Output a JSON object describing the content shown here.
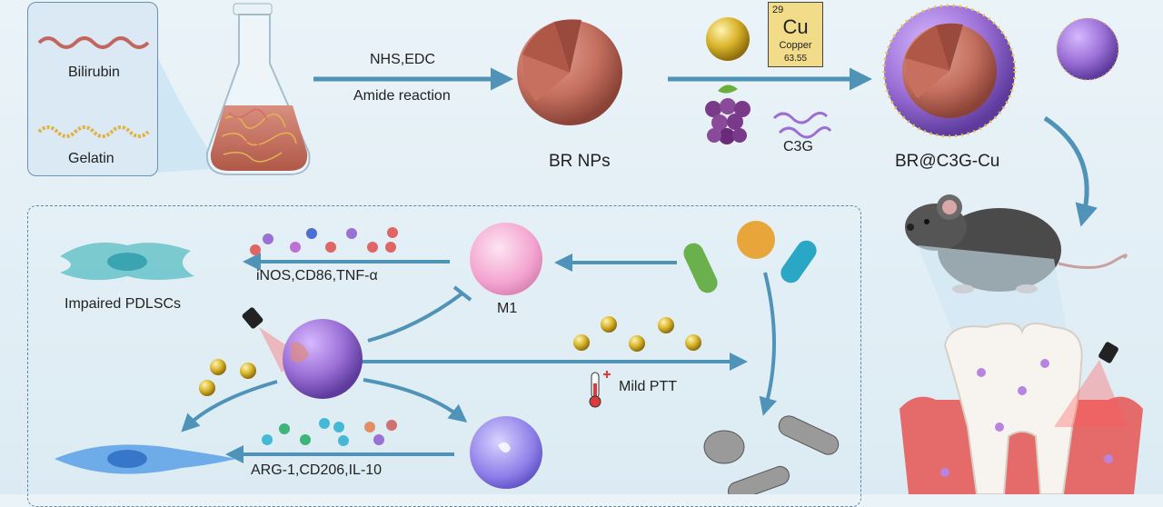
{
  "legend": {
    "bilirubin": "Bilirubin",
    "gelatin": "Gelatin"
  },
  "synthesis": {
    "reagents": "NHS,EDC",
    "reaction": "Amide reaction",
    "br_nps": "BR NPs",
    "c3g": "C3G",
    "product": "BR@C3G-Cu"
  },
  "element_card": {
    "number": "29",
    "symbol": "Cu",
    "name": "Copper",
    "mass": "63.55"
  },
  "mechanism": {
    "m1_markers": "iNOS,CD86,TNF-α",
    "m1_label": "M1",
    "impaired_cells": "Impaired PDLSCs",
    "ptt_label": "Mild PTT",
    "m2_markers": "ARG-1,CD206,IL-10"
  },
  "colors": {
    "arrow": "#4f93b8",
    "nanoparticle": "#c46f5f",
    "coating": "#9b6fd6",
    "copper": "#d9b42b",
    "m1_cell": "#f3a3cf",
    "m2_cell": "#8c7de8",
    "cell_blue": "#5aa0e6",
    "cell_teal": "#5fc0c7"
  },
  "icons": [
    "flask-icon",
    "grape-icon",
    "mouse-icon",
    "tooth-icon",
    "laser-icon",
    "thermometer-icon",
    "bacteria-icon"
  ]
}
